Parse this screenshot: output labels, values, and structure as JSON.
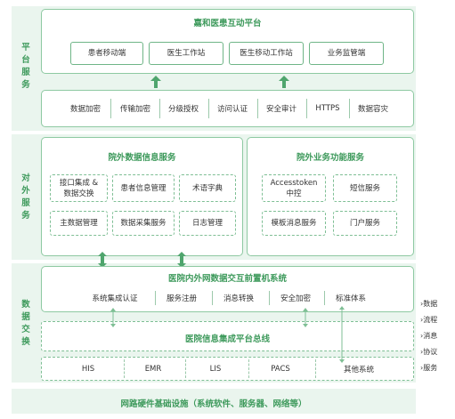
{
  "sections": {
    "platform": "平台服务",
    "external": "对外服务",
    "exchange": "数据交换"
  },
  "platform": {
    "title": "嘉和医患互动平台",
    "apps": [
      "患者移动端",
      "医生工作站",
      "医生移动工作站",
      "业务监管端"
    ],
    "security": [
      "数据加密",
      "传输加密",
      "分级授权",
      "访问认证",
      "安全审计",
      "HTTPS",
      "数据容灾"
    ]
  },
  "internal_service": {
    "title": "院外数据信息服务",
    "items": [
      "接口集成 &\n数据交换",
      "患者信息管理",
      "术语字典",
      "主数据管理",
      "数据采集服务",
      "日志管理"
    ]
  },
  "business_service": {
    "title": "院外业务功能服务",
    "items": [
      "Accesstoken\n中控",
      "短信服务",
      "模板消息服务",
      "门户服务"
    ]
  },
  "front_system": {
    "title": "医院内外网数据交互前置机系统",
    "items": [
      "系统集成认证",
      "服务注册",
      "消息转换",
      "安全加密",
      "标准体系"
    ]
  },
  "bus": {
    "title": "医院信息集成平台总线"
  },
  "systems": [
    "HIS",
    "EMR",
    "LIS",
    "PACS",
    "其他系统"
  ],
  "infrastructure": "网路硬件基础设施（系统软件、服务器、网络等）",
  "legend": [
    "数据",
    "流程",
    "消息",
    "协议",
    "服务"
  ],
  "colors": {
    "accent": "#3e9a5c",
    "band": "#eaf5ee",
    "border": "#8ec9a2",
    "arrow": "#4fa56d"
  }
}
